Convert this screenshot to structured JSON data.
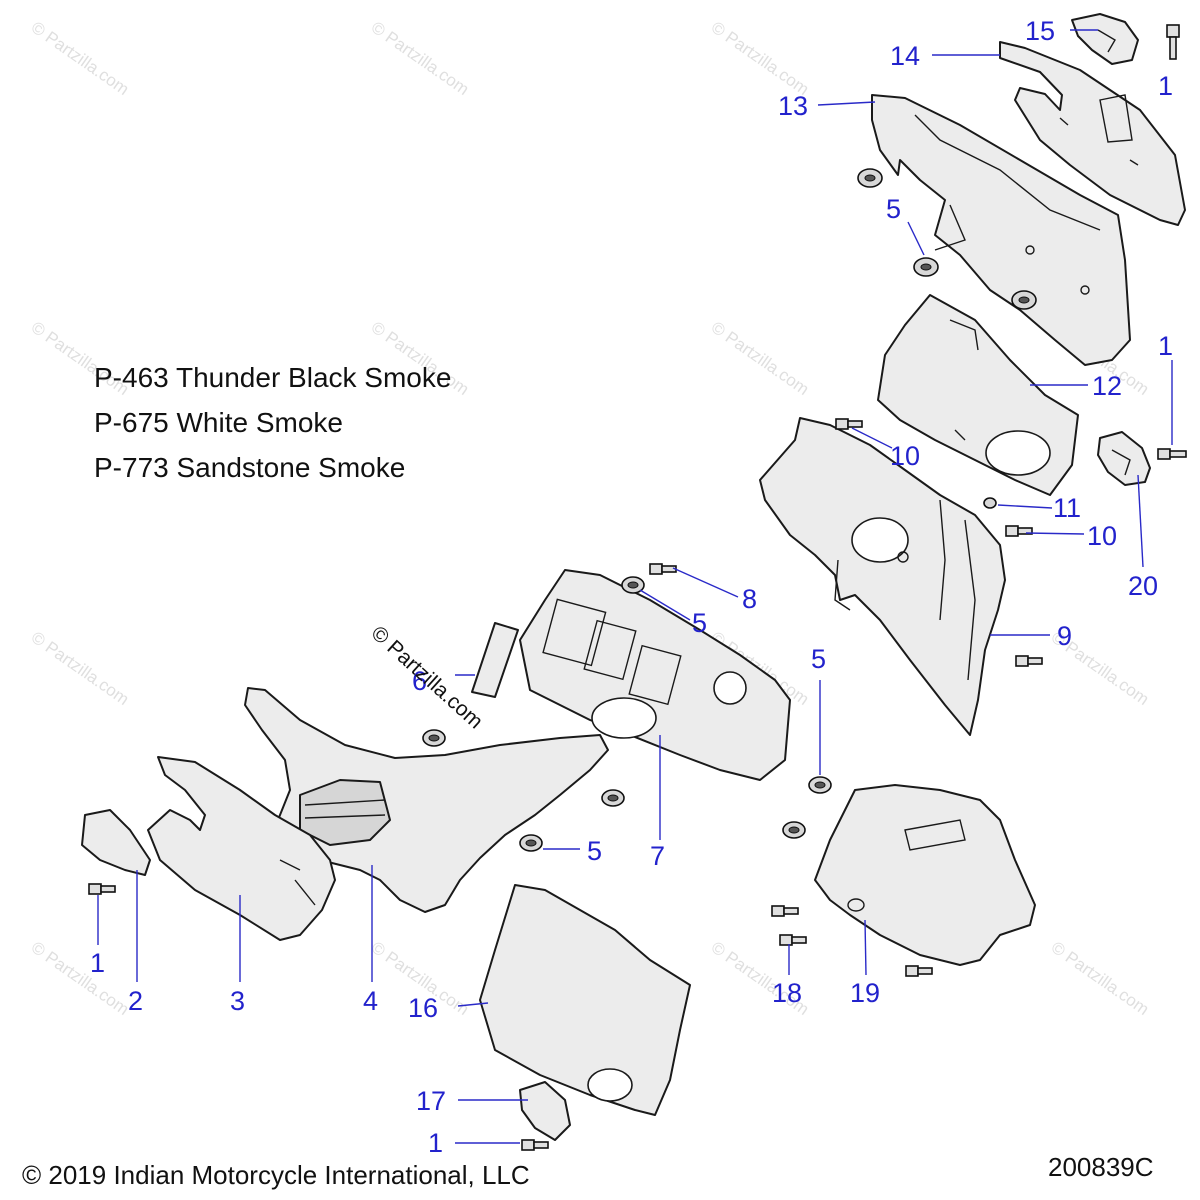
{
  "notes": [
    "P-463 Thunder Black Smoke",
    "P-675 White Smoke",
    "P-773 Sandstone Smoke"
  ],
  "copyright": "© 2019 Indian Motorcycle International, LLC",
  "figure_id": "200839C",
  "watermark": "© Partzilla.com",
  "callouts": {
    "c1_top": "1",
    "c15": "15",
    "c14": "14",
    "c13": "13",
    "c5_a": "5",
    "c1_mid": "1",
    "c12": "12",
    "c10_a": "10",
    "c11": "11",
    "c10_b": "10",
    "c20": "20",
    "c8": "8",
    "c5_b": "5",
    "c9": "9",
    "c5_c": "5",
    "c6": "6",
    "c7": "7",
    "c5_d": "5",
    "c1_left": "1",
    "c2": "2",
    "c3": "3",
    "c4": "4",
    "c16": "16",
    "c18": "18",
    "c19": "19",
    "c17": "17",
    "c1_bottom": "1"
  }
}
